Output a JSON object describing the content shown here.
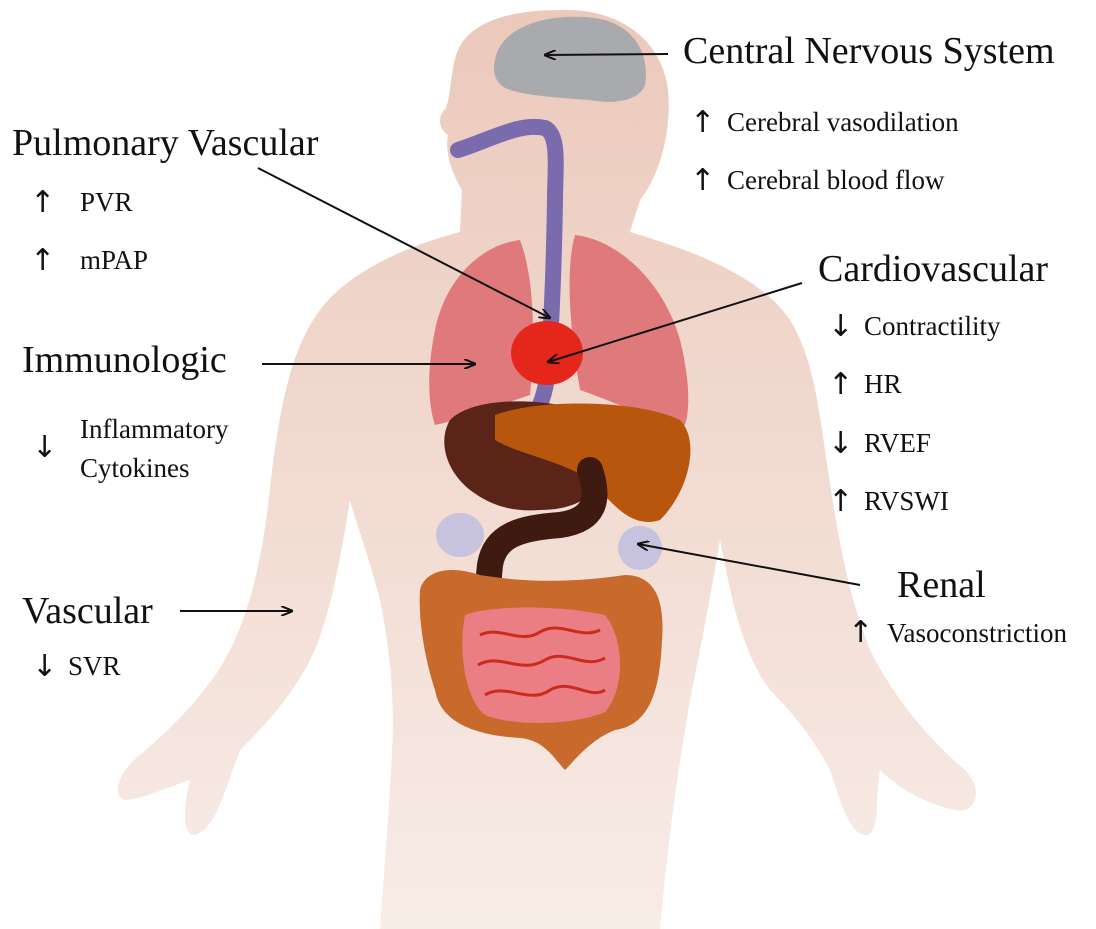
{
  "colors": {
    "body": "#ebc9bb",
    "brain": "#a9aaae",
    "lungs": "#de6f72",
    "heart": "#e4271a",
    "esophagus": "#7a6aae",
    "stomach": "#5b2418",
    "liver": "#b8560e",
    "intestine_outer": "#c86a2c",
    "intestine_inner": "#ea7e84",
    "kidney": "#c7c3de",
    "label": "#111111"
  },
  "systems": {
    "cns": {
      "heading": "Central Nervous System",
      "items": [
        {
          "direction": "up",
          "text": "Cerebral vasodilation"
        },
        {
          "direction": "up",
          "text": "Cerebral blood flow"
        }
      ]
    },
    "pulmonary": {
      "heading": "Pulmonary Vascular",
      "items": [
        {
          "direction": "up",
          "text": "PVR"
        },
        {
          "direction": "up",
          "text": "mPAP"
        }
      ]
    },
    "cardiovascular": {
      "heading": "Cardiovascular",
      "items": [
        {
          "direction": "down",
          "text": "Contractility"
        },
        {
          "direction": "up",
          "text": "HR"
        },
        {
          "direction": "down",
          "text": "RVEF"
        },
        {
          "direction": "up",
          "text": "RVSWI"
        }
      ]
    },
    "immunologic": {
      "heading": "Immunologic",
      "items": [
        {
          "direction": "down",
          "text_line1": "Inflammatory",
          "text_line2": "Cytokines"
        }
      ]
    },
    "renal": {
      "heading": "Renal",
      "items": [
        {
          "direction": "up",
          "text": "Vasoconstriction"
        }
      ]
    },
    "vascular": {
      "heading": "Vascular",
      "items": [
        {
          "direction": "down",
          "text": "SVR"
        }
      ]
    }
  },
  "glyphs": {
    "up": "↑",
    "down": "↓"
  }
}
